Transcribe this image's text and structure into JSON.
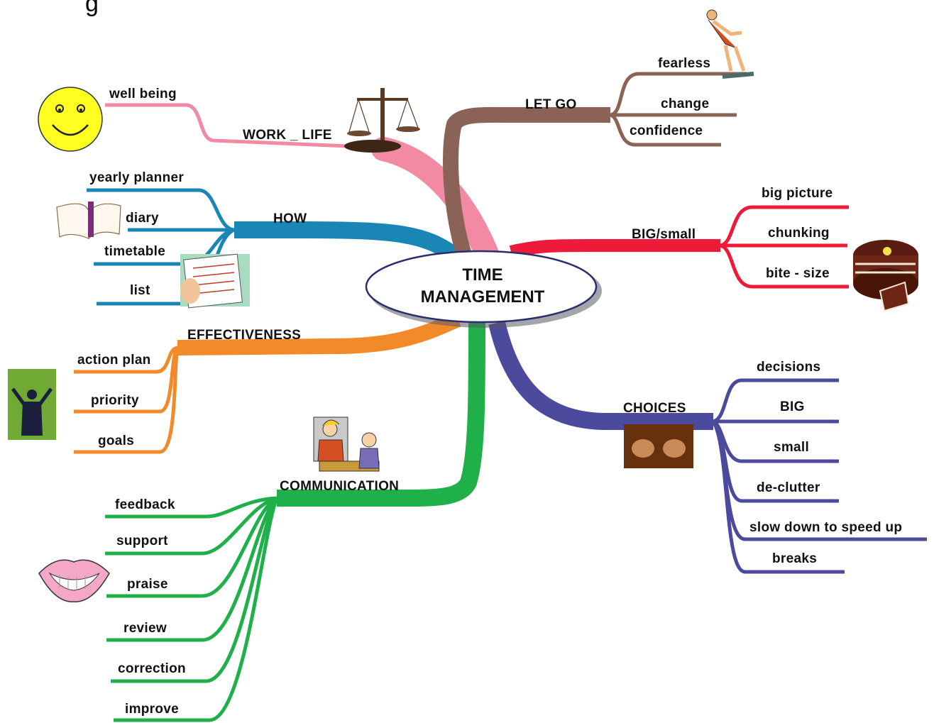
{
  "central_topic": {
    "line1": "TIME",
    "line2": "MANAGEMENT"
  },
  "title_fragment": "g",
  "branches": {
    "work_life": {
      "label": "WORK _ LIFE",
      "color": "#f28aa3",
      "children": [
        "well being"
      ]
    },
    "how": {
      "label": "HOW",
      "color": "#1a86b5",
      "children": [
        "yearly planner",
        "diary",
        "timetable",
        "list"
      ]
    },
    "effectiveness": {
      "label": "EFFECTIVENESS",
      "color": "#f28a2a",
      "children": [
        "action plan",
        "priority",
        "goals"
      ]
    },
    "communication": {
      "label": "COMMUNICATION",
      "color": "#1fb04a",
      "children": [
        "feedback",
        "support",
        "praise",
        "review",
        "correction",
        "improve"
      ]
    },
    "let_go": {
      "label": "LET GO",
      "color": "#8a6356",
      "children": [
        "fearless",
        "change",
        "confidence"
      ]
    },
    "big_small": {
      "label": "BIG/small",
      "color": "#ee1a3a",
      "children": [
        "big picture",
        "chunking",
        "bite - size"
      ]
    },
    "choices": {
      "label": "CHOICES",
      "color": "#4b4a9c",
      "children": [
        "decisions",
        "BIG",
        "small",
        "de-clutter",
        "slow down to speed up",
        "breaks"
      ]
    }
  },
  "icons": [
    "smiley-icon",
    "scales-icon",
    "book-icon",
    "checklist-icon",
    "conductor-icon",
    "people-talking-icon",
    "smile-lips-icon",
    "diver-icon",
    "cake-icon",
    "fists-icon"
  ]
}
